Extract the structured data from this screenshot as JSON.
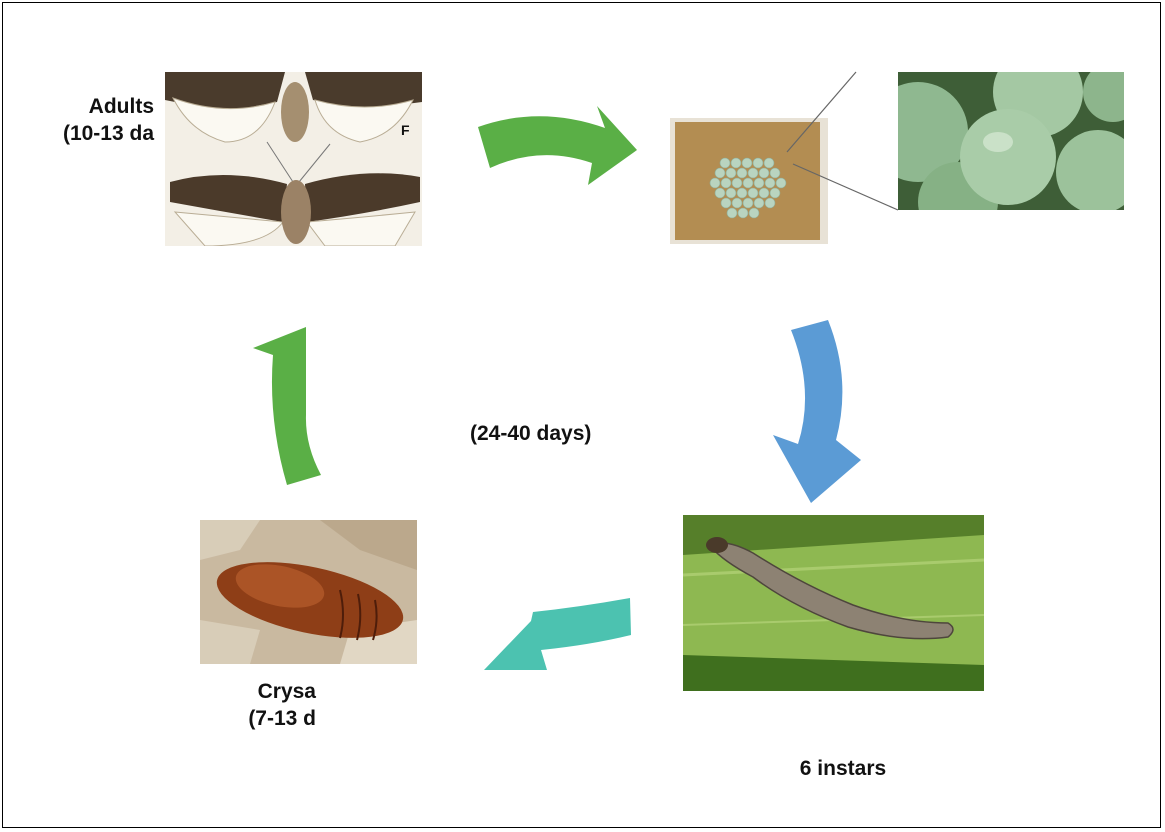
{
  "labels": {
    "adults_line1": "Adults",
    "adults_line2": "(10-13 da",
    "cycle_duration": "(24-40 days)",
    "crysalis_line1": "Crysa",
    "crysalis_line2": "(7-13 d",
    "instars": "6 instars"
  },
  "specimen_mark": "F",
  "colors": {
    "arrow_green": "#5aaf46",
    "arrow_blue": "#5b9bd5",
    "arrow_teal": "#4cc2b0",
    "border": "#000000"
  },
  "images": {
    "adults": "moth-specimens-photo",
    "eggs_mass": "egg-mass-photo",
    "eggs_zoom": "egg-closeup-photo",
    "larva": "caterpillar-on-leaf-photo",
    "pupa": "pupa-photo"
  }
}
